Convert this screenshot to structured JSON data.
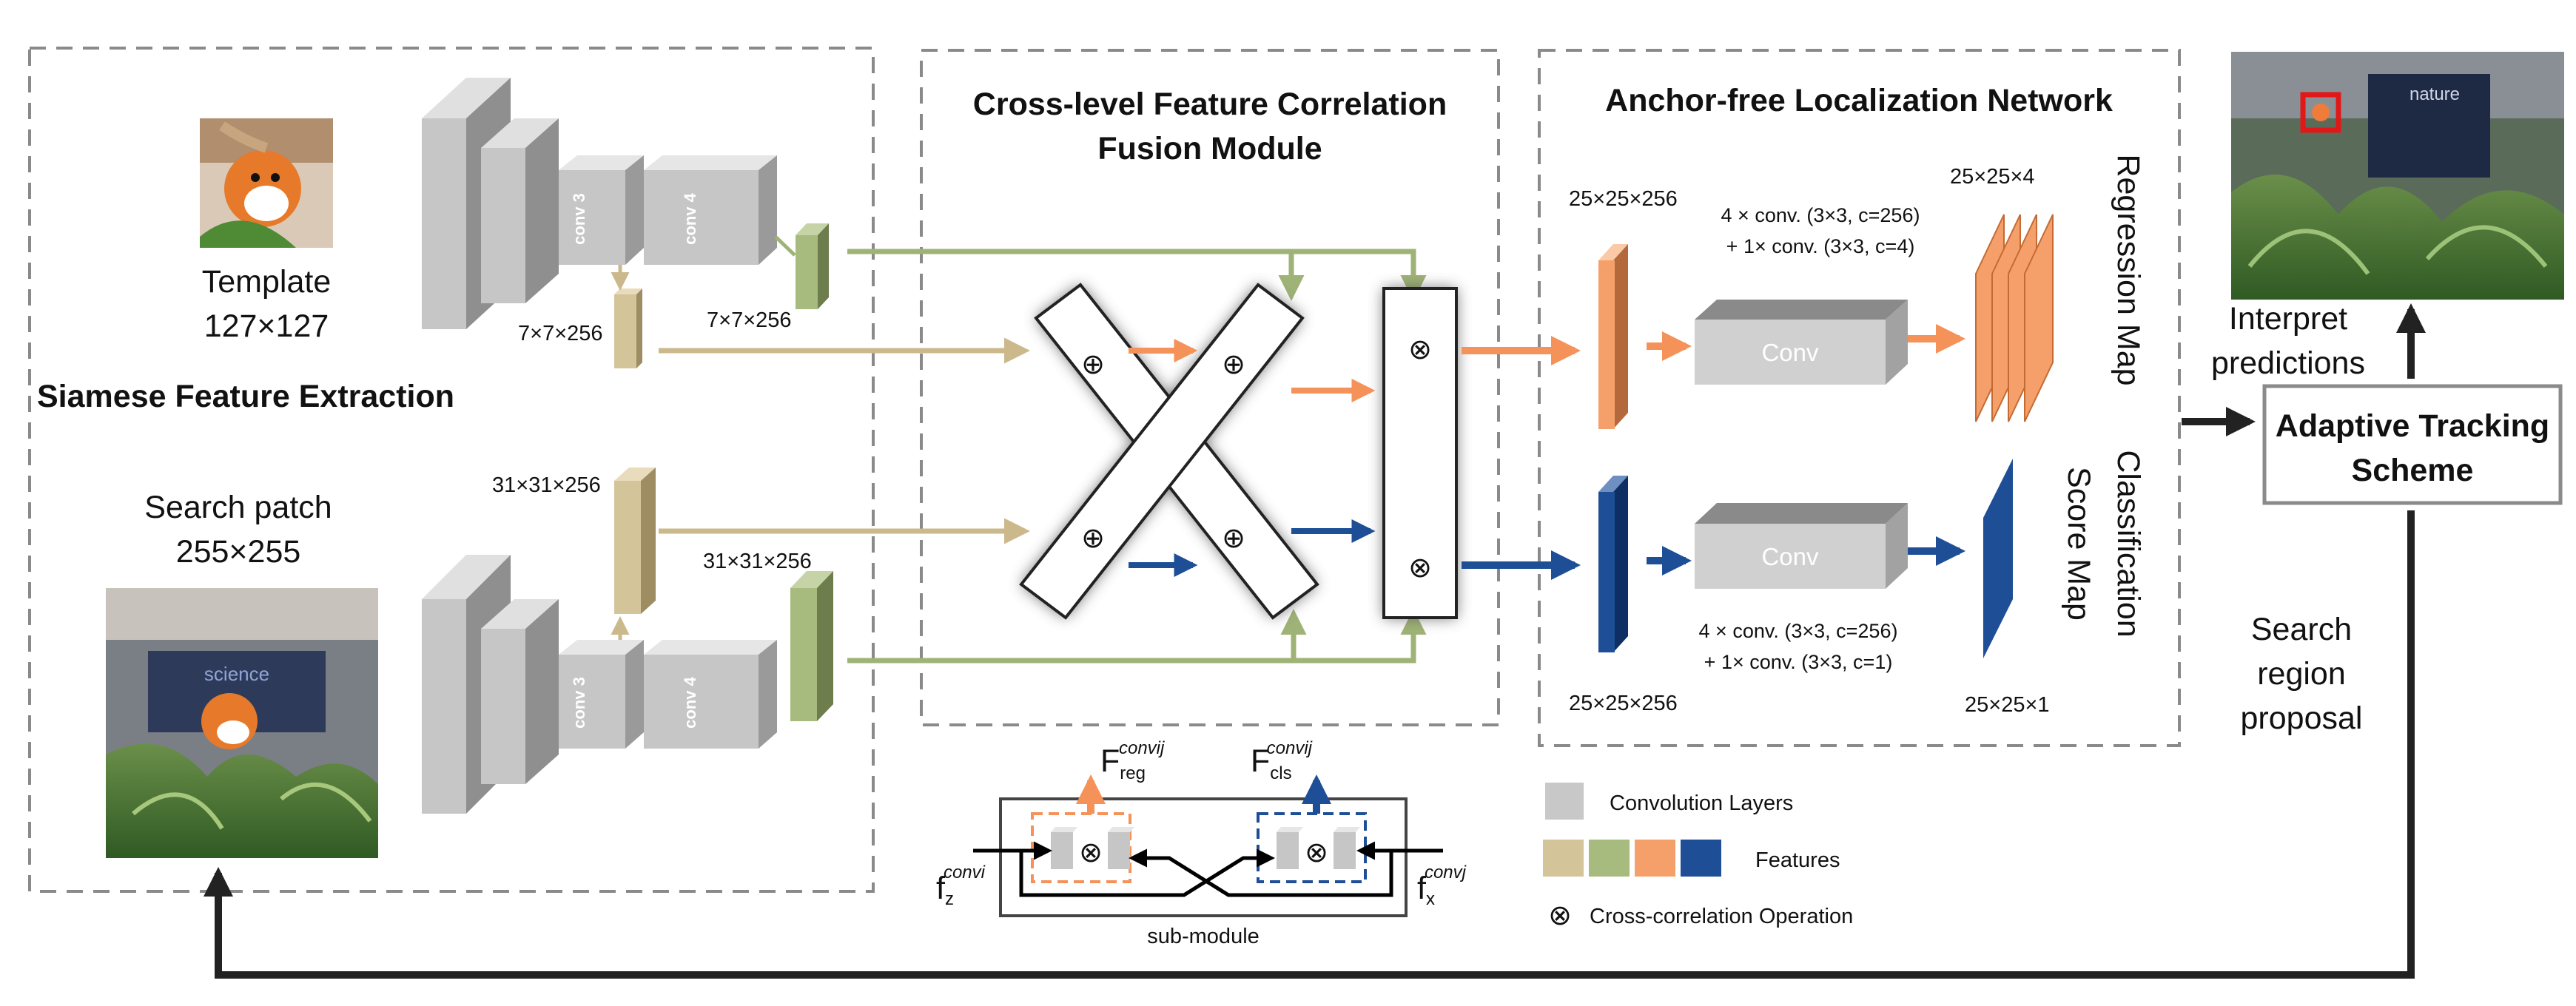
{
  "sections": {
    "siamese": "Siamese Feature Extraction",
    "fusion_line1": "Cross-level Feature Correlation",
    "fusion_line2": "Fusion Module",
    "anchor": "Anchor-free Localization Network"
  },
  "template": {
    "label": "Template",
    "size": "127×127"
  },
  "search": {
    "label": "Search patch",
    "size": "255×255"
  },
  "conv": {
    "c3": "conv 3",
    "c4": "conv 4"
  },
  "dims": {
    "t1": "7×7×256",
    "t2": "7×7×256",
    "s1": "31×31×256",
    "s2": "31×31×256",
    "reg_in": "25×25×256",
    "cls_in": "25×25×256",
    "reg_out": "25×25×4",
    "cls_out": "25×25×1"
  },
  "heads": {
    "reg_conv_l1": "4 × conv. (3×3, c=256)",
    "reg_conv_l2": "+ 1× conv. (3×3, c=4)",
    "cls_conv_l1": "4 × conv. (3×3, c=256)",
    "cls_conv_l2": "+ 1× conv. (3×3, c=1)",
    "conv_box": "Conv",
    "reg_map": "Regression Map",
    "cls_map_l1": "Classification",
    "cls_map_l2": "Score Map"
  },
  "right": {
    "interpret_l1": "Interpret",
    "interpret_l2": "predictions",
    "adaptive_l1": "Adaptive Tracking",
    "adaptive_l2": "Scheme",
    "search_l1": "Search",
    "search_l2": "region",
    "search_l3": "proposal",
    "image_text": "nature"
  },
  "submodule": {
    "label": "sub-module",
    "freg": "F",
    "freg_sup": "convij",
    "freg_sub": "reg",
    "fcls": "F",
    "fcls_sup": "convij",
    "fcls_sub": "cls",
    "fz": "f",
    "fz_sub": "z",
    "fz_sup": "convi",
    "fx": "f",
    "fx_sub": "x",
    "fx_sup": "convj"
  },
  "legend": {
    "conv_layers": "Convolution Layers",
    "features": "Features",
    "xcorr": "Cross-correlation Operation"
  },
  "search_image_text": "science",
  "colors": {
    "tan": "#d4c49a",
    "green": "#a8bb7e",
    "orange": "#f5a06a",
    "blue": "#1d4e96",
    "gray": "#c8c8c8",
    "arrow_dark": "#222222"
  }
}
